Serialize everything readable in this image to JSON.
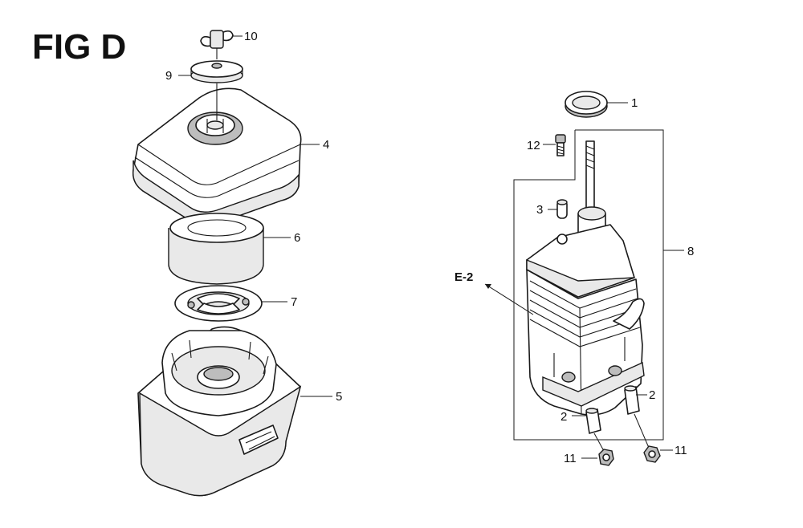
{
  "figure": {
    "title": "FIG D",
    "callouts": {
      "c1": "1",
      "c2a": "2",
      "c2b": "2",
      "c3": "3",
      "c4": "4",
      "c5": "5",
      "c6": "6",
      "c7": "7",
      "c8": "8",
      "c9": "9",
      "c10": "10",
      "c11a": "11",
      "c11b": "11",
      "c12": "12"
    },
    "reference": "E-2"
  },
  "colors": {
    "line": "#1a1a1a",
    "background": "#ffffff",
    "shade": "#e9e9e9"
  }
}
